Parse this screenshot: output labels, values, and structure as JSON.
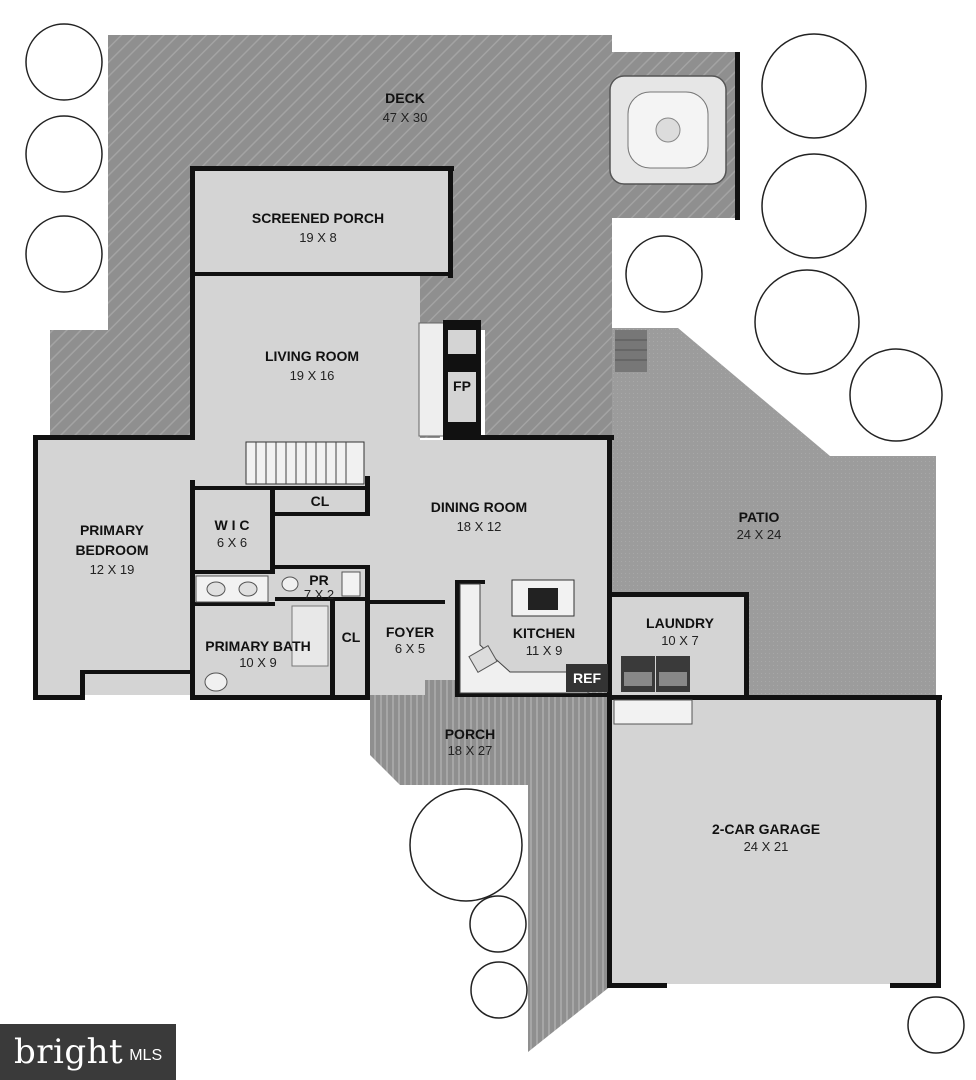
{
  "rooms": {
    "deck": {
      "name": "DECK",
      "dims": "47 X 30"
    },
    "screened_porch": {
      "name": "SCREENED PORCH",
      "dims": "19 X 8"
    },
    "living_room": {
      "name": "LIVING ROOM",
      "dims": "19 X 16"
    },
    "fireplace": {
      "name": "FP"
    },
    "primary_bedroom": {
      "name_line1": "PRIMARY",
      "name_line2": "BEDROOM",
      "dims": "12 X 19"
    },
    "wic": {
      "name": "W I C",
      "dims": "6 X 6"
    },
    "closet_upper": {
      "name": "CL"
    },
    "dining_room": {
      "name": "DINING ROOM",
      "dims": "18 X 12"
    },
    "powder_room": {
      "name": "PR",
      "dims": "7 X 2"
    },
    "closet_lower": {
      "name": "CL"
    },
    "foyer": {
      "name": "FOYER",
      "dims": "6 X 5"
    },
    "kitchen": {
      "name": "KITCHEN",
      "dims": "11 X 9"
    },
    "refrigerator": {
      "name": "REF"
    },
    "primary_bath": {
      "name": "PRIMARY BATH",
      "dims": "10 X 9"
    },
    "patio": {
      "name": "PATIO",
      "dims": "24 X 24"
    },
    "laundry": {
      "name": "LAUNDRY",
      "dims": "10 X 7"
    },
    "porch": {
      "name": "PORCH",
      "dims": "18 X 27"
    },
    "garage": {
      "name": "2-CAR GARAGE",
      "dims": "24 X 21"
    }
  },
  "watermark": {
    "word": "bright",
    "suffix": "MLS"
  },
  "colors": {
    "deck": "#8f8f8f",
    "interior": "#d4d4d4",
    "patio": "#9e9e9e",
    "wall": "#111111"
  }
}
